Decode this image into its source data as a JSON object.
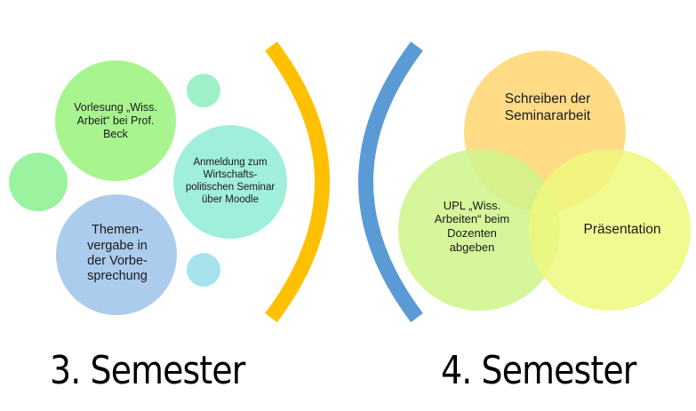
{
  "left_cluster": {
    "title": "3. Semester",
    "bubbles": [
      {
        "label": "Vorlesung „Wiss. Arbeit“ bei Prof. Beck",
        "color": "#A8F590"
      },
      {
        "label": "Anmeldung zum Wirtschafts-politischen Seminar über Moodle",
        "color": "#A0EEDC"
      },
      {
        "label": "Themen-vergabe in der Vorbe-sprechung",
        "color": "#ABCCEC"
      },
      {
        "label": "",
        "color": "#9BF3A0"
      },
      {
        "label": "",
        "color": "#9EF0C8"
      },
      {
        "label": "",
        "color": "#A6E3EC"
      }
    ]
  },
  "separators": {
    "left_bracket_color": "#FFC000",
    "right_bracket_color": "#5B9BD5"
  },
  "right_cluster": {
    "title": "4. Semester",
    "venn": [
      {
        "label": "Schreiben der Seminararbeit",
        "color": "#FFD97F"
      },
      {
        "label": "UPL „Wiss. Arbeiten“ beim Dozenten abgeben",
        "color": "#CFF58A"
      },
      {
        "label": "Präsentation",
        "color": "#EEF97E"
      }
    ]
  }
}
